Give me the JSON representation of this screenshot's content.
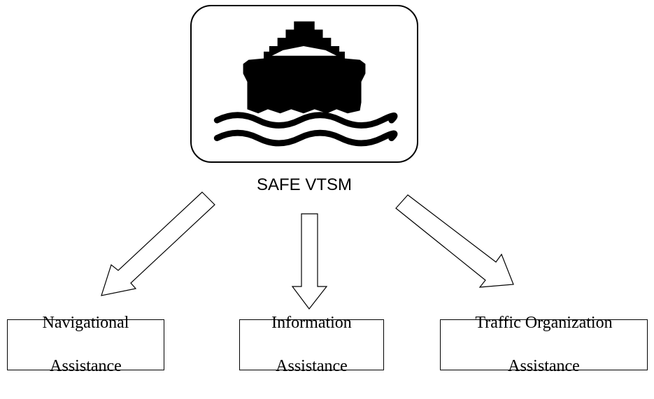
{
  "diagram": {
    "center": {
      "icon": "ship-on-waves-icon",
      "label": "SAFE VTSM"
    },
    "services": [
      {
        "line1": "Navigational",
        "line2": "Assistance"
      },
      {
        "line1": "Information",
        "line2": "Assistance"
      },
      {
        "line1": "Traffic Organization",
        "line2": "Assistance"
      }
    ],
    "colors": {
      "stroke": "#000000",
      "fill": "#ffffff",
      "icon": "#000000"
    }
  }
}
